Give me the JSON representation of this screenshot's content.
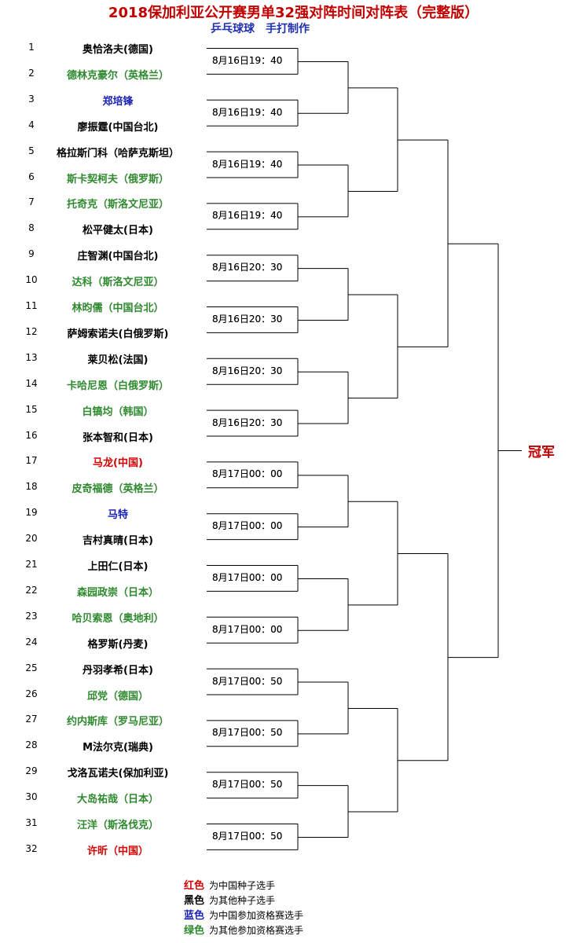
{
  "title": "2018保加利亚公开赛男单32强对阵时间对阵表（完整版）",
  "subtitle": "乒乓球球　手打制作",
  "players": [
    {
      "num": "1",
      "name": "奥恰洛夫(德国)",
      "color": "black"
    },
    {
      "num": "2",
      "name": "德林克豪尔（英格兰）",
      "color": "green"
    },
    {
      "num": "3",
      "name": "郑培锋",
      "color": "blue"
    },
    {
      "num": "4",
      "name": "廖振霆(中国台北)",
      "color": "black"
    },
    {
      "num": "5",
      "name": "格拉斯门科（哈萨克斯坦）",
      "color": "black"
    },
    {
      "num": "6",
      "name": "斯卡契柯夫（俄罗斯）",
      "color": "green"
    },
    {
      "num": "7",
      "name": "托奇克（斯洛文尼亚）",
      "color": "green"
    },
    {
      "num": "8",
      "name": "松平健太(日本)",
      "color": "black"
    },
    {
      "num": "9",
      "name": "庄智渊(中国台北)",
      "color": "black"
    },
    {
      "num": "10",
      "name": "达科（斯洛文尼亚）",
      "color": "green"
    },
    {
      "num": "11",
      "name": "林昀儒（中国台北）",
      "color": "green"
    },
    {
      "num": "12",
      "name": "萨姆索诺夫(白俄罗斯)",
      "color": "black"
    },
    {
      "num": "13",
      "name": "莱贝松(法国)",
      "color": "black"
    },
    {
      "num": "14",
      "name": "卡哈尼恩（白俄罗斯）",
      "color": "green"
    },
    {
      "num": "15",
      "name": "白镐均（韩国）",
      "color": "green"
    },
    {
      "num": "16",
      "name": "张本智和(日本)",
      "color": "black"
    },
    {
      "num": "17",
      "name": "马龙(中国)",
      "color": "red"
    },
    {
      "num": "18",
      "name": "皮奇福德（英格兰）",
      "color": "green"
    },
    {
      "num": "19",
      "name": "马特",
      "color": "blue"
    },
    {
      "num": "20",
      "name": "吉村真晴(日本)",
      "color": "black"
    },
    {
      "num": "21",
      "name": "上田仁(日本)",
      "color": "black"
    },
    {
      "num": "22",
      "name": "森园政崇（日本）",
      "color": "green"
    },
    {
      "num": "23",
      "name": "哈贝索恩（奥地利）",
      "color": "green"
    },
    {
      "num": "24",
      "name": "格罗斯(丹麦)",
      "color": "black"
    },
    {
      "num": "25",
      "name": "丹羽孝希(日本)",
      "color": "black"
    },
    {
      "num": "26",
      "name": "邱党（德国）",
      "color": "green"
    },
    {
      "num": "27",
      "name": "约内斯库（罗马尼亚）",
      "color": "green"
    },
    {
      "num": "28",
      "name": "M法尔克(瑞典)",
      "color": "black"
    },
    {
      "num": "29",
      "name": "戈洛瓦诺夫(保加利亚)",
      "color": "black"
    },
    {
      "num": "30",
      "name": "大岛祐哉（日本）",
      "color": "green"
    },
    {
      "num": "31",
      "name": "汪洋（斯洛伐克）",
      "color": "green"
    },
    {
      "num": "32",
      "name": "许昕（中国）",
      "color": "red"
    }
  ],
  "times": [
    "8月16日19：40",
    "8月16日19：40",
    "8月16日19：40",
    "8月16日19：40",
    "8月16日20：30",
    "8月16日20：30",
    "8月16日20：30",
    "8月16日20：30",
    "8月17日00：00",
    "8月17日00：00",
    "8月17日00：00",
    "8月17日00：00",
    "8月17日00：50",
    "8月17日00：50",
    "8月17日00：50",
    "8月17日00：50"
  ],
  "champion_label": "冠军",
  "legend": [
    {
      "color_word": "红色",
      "text": "为中国种子选手",
      "color": "red"
    },
    {
      "color_word": "黑色",
      "text": "为其他种子选手",
      "color": "black"
    },
    {
      "color_word": "蓝色",
      "text": "为中国参加资格赛选手",
      "color": "blue"
    },
    {
      "color_word": "绿色",
      "text": "为其他参加资格赛选手",
      "color": "green"
    }
  ],
  "colors": {
    "red": "#d40000",
    "black": "#000000",
    "blue": "#1a1fb5",
    "green": "#2f8a2f",
    "title": "#c00000"
  }
}
